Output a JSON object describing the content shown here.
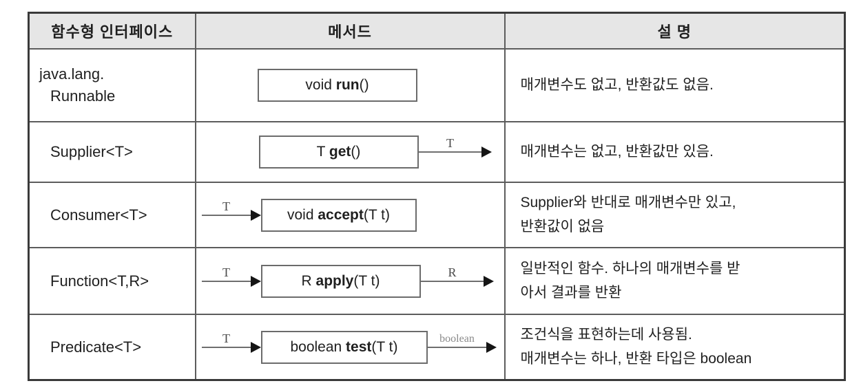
{
  "colors": {
    "header_bg": "#e6e6e6",
    "outer_border": "#3a3a3a",
    "inner_border": "#5c5c5c",
    "box_border": "#6b6b6b",
    "arrow_line": "#6e6e6e",
    "arrowhead": "#151515",
    "text": "#1f1f1f",
    "boolean_label": "#8a8a8a"
  },
  "table": {
    "headers": [
      "함수형 인터페이스",
      "메서드",
      "설 명"
    ],
    "rows": [
      {
        "interface": "java.lang.",
        "interface_line2": "Runnable",
        "method": {
          "prefix": "void ",
          "name": "run",
          "suffix": "()"
        },
        "description": "매개변수도 없고, 반환값도 없음."
      },
      {
        "interface": "Supplier<T>",
        "method": {
          "prefix": "T ",
          "name": "get",
          "suffix": "()"
        },
        "flow_out": "T",
        "description": "매개변수는 없고, 반환값만 있음."
      },
      {
        "interface": "Consumer<T>",
        "method": {
          "prefix": "void ",
          "name": "accept",
          "suffix": "(T t)"
        },
        "flow_in": "T",
        "description": "Supplier와 반대로 매개변수만 있고,\n반환값이 없음"
      },
      {
        "interface": "Function<T,R>",
        "method": {
          "prefix": "R ",
          "name": "apply",
          "suffix": "(T t)"
        },
        "flow_in": "T",
        "flow_out": "R",
        "description": "일반적인 함수. 하나의 매개변수를 받\n아서 결과를 반환"
      },
      {
        "interface": "Predicate<T>",
        "method": {
          "prefix": "boolean ",
          "name": "test",
          "suffix": "(T t)"
        },
        "flow_in": "T",
        "flow_out": "boolean",
        "description": "조건식을 표현하는데 사용됨.\n매개변수는 하나, 반환 타입은 boolean"
      }
    ]
  }
}
